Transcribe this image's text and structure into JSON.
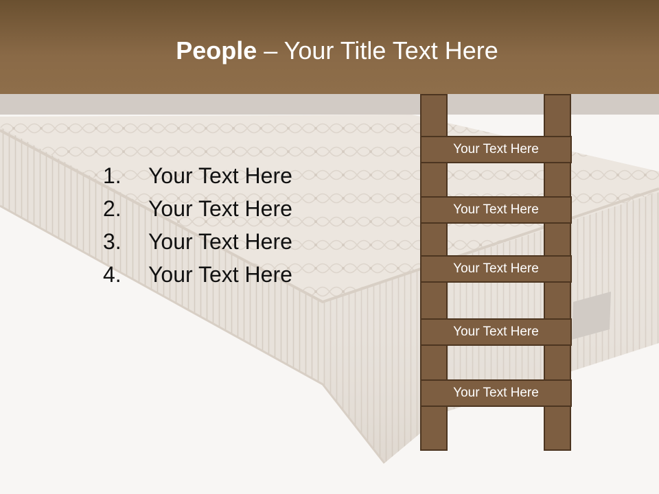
{
  "title": {
    "bold": "People",
    "rest": " – Your Title Text Here"
  },
  "list": [
    {
      "number": "1.",
      "text": "Your Text Here"
    },
    {
      "number": "2.",
      "text": "Your Text Here"
    },
    {
      "number": "3.",
      "text": "Your Text Here"
    },
    {
      "number": "4.",
      "text": "Your Text Here"
    }
  ],
  "ladder": {
    "rungs": [
      "Your Text Here",
      "Your Text Here",
      "Your Text Here",
      "Your Text Here",
      "Your Text Here"
    ]
  },
  "colors": {
    "title_bar": "#8a6a47",
    "ladder_wood": "#7d5e41",
    "ladder_outline": "#4c3520",
    "background": "#f8f6f4",
    "mattress": "#ede7e0"
  },
  "icons": {
    "mattress_image": "mattress-image"
  }
}
